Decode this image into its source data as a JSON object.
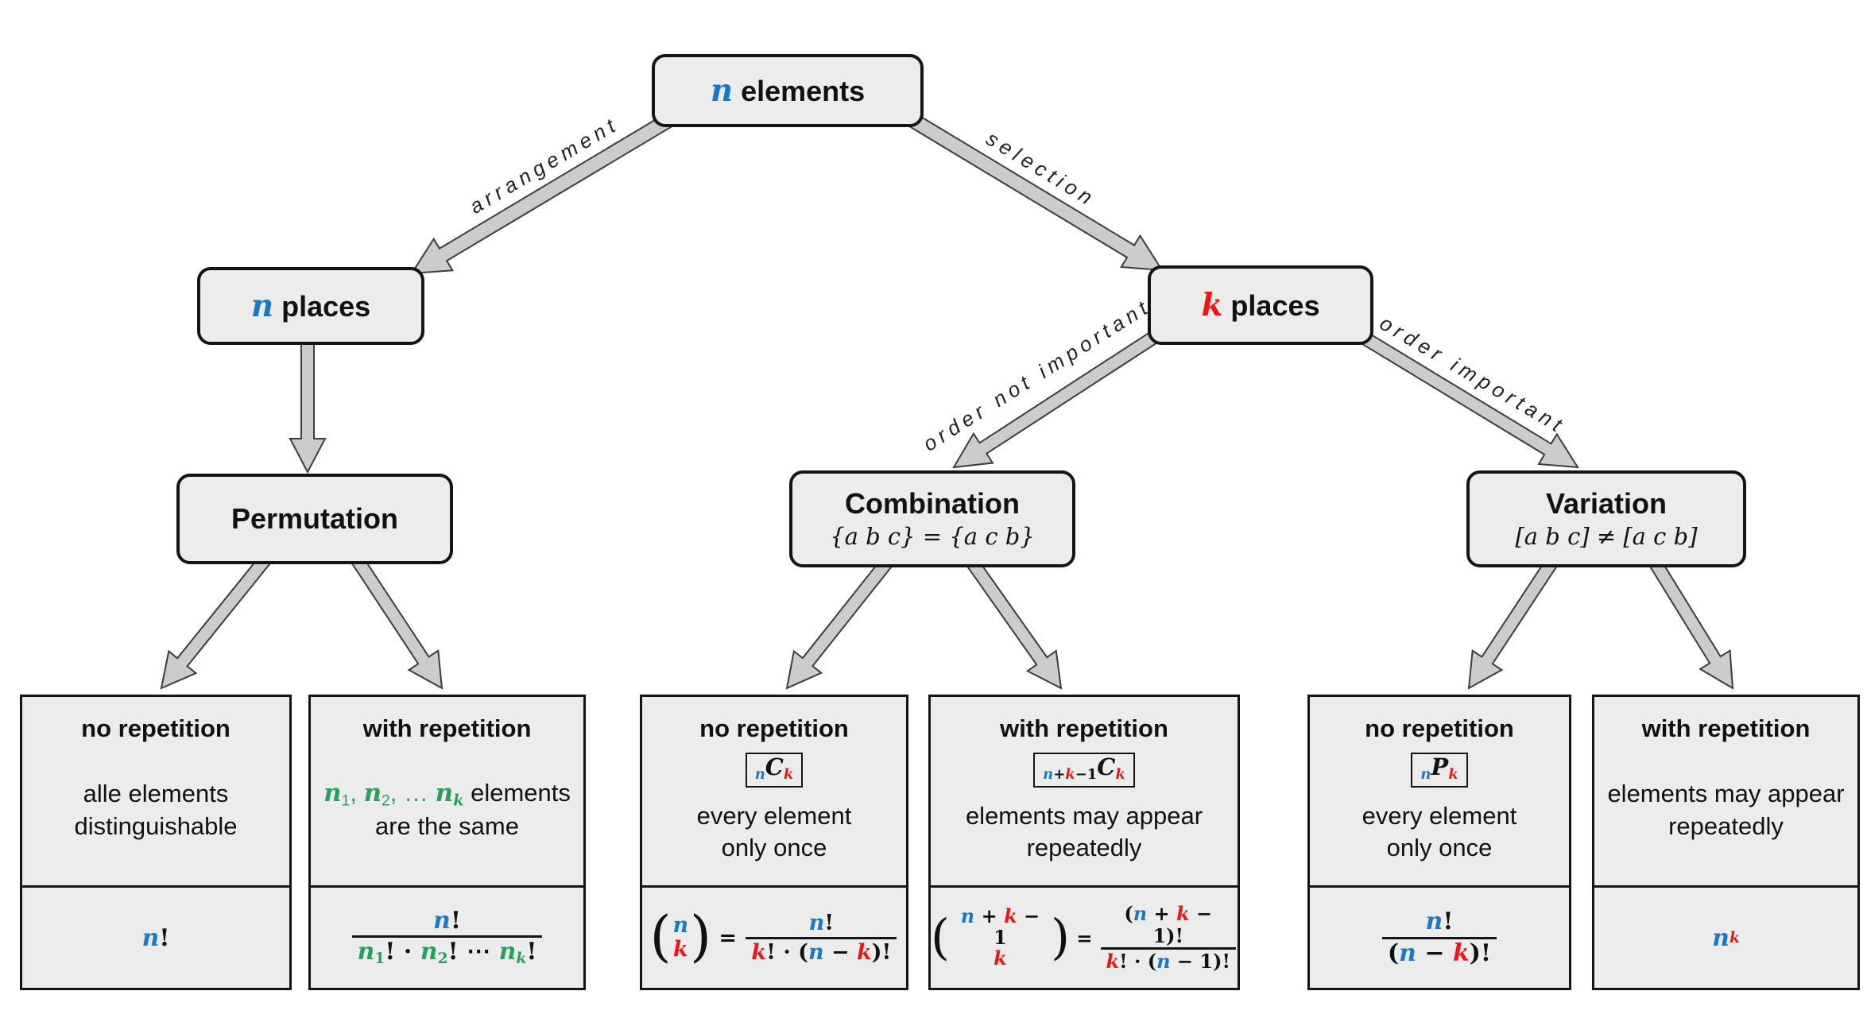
{
  "colors": {
    "blue": "#1b78c8",
    "red": "#ee1515",
    "green": "#27a05c"
  },
  "nodes": {
    "root": {
      "tokens": [
        {
          "t": "n",
          "c": "blue",
          "it": 1
        },
        {
          "t": " elements"
        }
      ]
    },
    "nplaces": {
      "tokens": [
        {
          "t": "n",
          "c": "blue",
          "it": 1
        },
        {
          "t": " places"
        }
      ]
    },
    "kplaces": {
      "tokens": [
        {
          "t": "k",
          "c": "red",
          "it": 1
        },
        {
          "t": " places"
        }
      ]
    },
    "permutation": {
      "title": "Permutation"
    },
    "combination": {
      "title": "Combination",
      "subtitle": [
        {
          "t": "{a b c} = {a c b}",
          "it": 1
        }
      ]
    },
    "variation": {
      "title": "Variation",
      "subtitle": [
        {
          "t": "[a b c] ≠ [a c b]",
          "it": 1
        }
      ]
    }
  },
  "edges": {
    "arrangement": "arrangement",
    "selection": "selection",
    "order_not_important": "order not important",
    "order_important": "order important"
  },
  "leaves": [
    {
      "title": "no repetition",
      "desc": [
        [
          {
            "t": "alle elements"
          }
        ],
        [
          {
            "t": "distinguishable"
          }
        ]
      ],
      "formula": [
        {
          "t": "n",
          "c": "blue",
          "it": 1
        },
        {
          "t": "!"
        }
      ]
    },
    {
      "title": "with repetition",
      "desc": [
        [
          {
            "t": "n",
            "c": "green",
            "it": 1
          },
          {
            "t": "1",
            "c": "green",
            "script": "sub"
          },
          {
            "t": ", ",
            "c": "green"
          },
          {
            "t": "n",
            "c": "green",
            "it": 1
          },
          {
            "t": "2",
            "c": "green",
            "script": "sub"
          },
          {
            "t": ", … ",
            "c": "green"
          },
          {
            "t": "n",
            "c": "green",
            "it": 1
          },
          {
            "t": "k",
            "c": "green",
            "it": 1,
            "script": "sub"
          },
          {
            "t": " elements"
          }
        ],
        [
          {
            "t": "are the same"
          }
        ]
      ],
      "formula": [
        {
          "frac": {
            "num": [
              {
                "t": "n",
                "c": "blue",
                "it": 1
              },
              {
                "t": "!"
              }
            ],
            "den": [
              {
                "t": "n",
                "c": "green",
                "it": 1
              },
              {
                "t": "1",
                "c": "green",
                "script": "sub"
              },
              {
                "t": "! · "
              },
              {
                "t": "n",
                "c": "green",
                "it": 1
              },
              {
                "t": "2",
                "c": "green",
                "script": "sub"
              },
              {
                "t": "! ⋯ "
              },
              {
                "t": "n",
                "c": "green",
                "it": 1
              },
              {
                "t": "k",
                "c": "green",
                "it": 1,
                "script": "sub"
              },
              {
                "t": "!"
              }
            ]
          }
        }
      ]
    },
    {
      "title": "no repetition",
      "chip": [
        {
          "t": "n",
          "c": "blue",
          "it": 1,
          "script": "sub"
        },
        {
          "t": "C",
          "it": 1
        },
        {
          "t": "k",
          "c": "red",
          "it": 1,
          "script": "sub"
        }
      ],
      "desc": [
        [
          {
            "t": "every element"
          }
        ],
        [
          {
            "t": "only once"
          }
        ]
      ],
      "formula": [
        {
          "binom": {
            "top": [
              {
                "t": "n",
                "c": "blue",
                "it": 1
              }
            ],
            "bot": [
              {
                "t": "k",
                "c": "red",
                "it": 1
              }
            ]
          }
        },
        {
          "t": " = "
        },
        {
          "frac": {
            "num": [
              {
                "t": "n",
                "c": "blue",
                "it": 1
              },
              {
                "t": "!"
              }
            ],
            "den": [
              {
                "t": "k",
                "c": "red",
                "it": 1
              },
              {
                "t": "! · ("
              },
              {
                "t": "n",
                "c": "blue",
                "it": 1
              },
              {
                "t": " − "
              },
              {
                "t": "k",
                "c": "red",
                "it": 1
              },
              {
                "t": ")!"
              }
            ]
          }
        }
      ]
    },
    {
      "title": "with repetition",
      "chip": [
        {
          "t": "n",
          "c": "blue",
          "it": 1,
          "script": "sub"
        },
        {
          "t": "+",
          "script": "sub"
        },
        {
          "t": "k",
          "c": "red",
          "it": 1,
          "script": "sub"
        },
        {
          "t": "−1",
          "script": "sub"
        },
        {
          "t": "C",
          "it": 1
        },
        {
          "t": "k",
          "c": "red",
          "it": 1,
          "script": "sub"
        }
      ],
      "desc": [
        [
          {
            "t": "elements may appear"
          }
        ],
        [
          {
            "t": "repeatedly"
          }
        ]
      ],
      "formula": [
        {
          "binom": {
            "top": [
              {
                "t": "n",
                "c": "blue",
                "it": 1
              },
              {
                "t": " + "
              },
              {
                "t": "k",
                "c": "red",
                "it": 1
              },
              {
                "t": " − 1"
              }
            ],
            "bot": [
              {
                "t": "k",
                "c": "red",
                "it": 1
              }
            ]
          }
        },
        {
          "t": " = "
        },
        {
          "frac": {
            "num": [
              {
                "t": "("
              },
              {
                "t": "n",
                "c": "blue",
                "it": 1
              },
              {
                "t": " + "
              },
              {
                "t": "k",
                "c": "red",
                "it": 1
              },
              {
                "t": " − 1)!"
              }
            ],
            "den": [
              {
                "t": "k",
                "c": "red",
                "it": 1
              },
              {
                "t": "! · ("
              },
              {
                "t": "n",
                "c": "blue",
                "it": 1
              },
              {
                "t": " − 1)!"
              }
            ]
          }
        }
      ]
    },
    {
      "title": "no repetition",
      "chip": [
        {
          "t": "n",
          "c": "blue",
          "it": 1,
          "script": "sub"
        },
        {
          "t": "P",
          "it": 1
        },
        {
          "t": "k",
          "c": "red",
          "it": 1,
          "script": "sub"
        }
      ],
      "desc": [
        [
          {
            "t": "every element"
          }
        ],
        [
          {
            "t": "only once"
          }
        ]
      ],
      "formula": [
        {
          "frac": {
            "num": [
              {
                "t": "n",
                "c": "blue",
                "it": 1
              },
              {
                "t": "!"
              }
            ],
            "den": [
              {
                "t": "("
              },
              {
                "t": "n",
                "c": "blue",
                "it": 1
              },
              {
                "t": " − "
              },
              {
                "t": "k",
                "c": "red",
                "it": 1
              },
              {
                "t": ")!"
              }
            ]
          }
        }
      ]
    },
    {
      "title": "with repetition",
      "desc": [
        [
          {
            "t": "elements may appear"
          }
        ],
        [
          {
            "t": "repeatedly"
          }
        ]
      ],
      "formula": [
        {
          "t": "n",
          "c": "blue",
          "it": 1
        },
        {
          "t": "k",
          "c": "red",
          "it": 1,
          "script": "sup"
        }
      ]
    }
  ]
}
